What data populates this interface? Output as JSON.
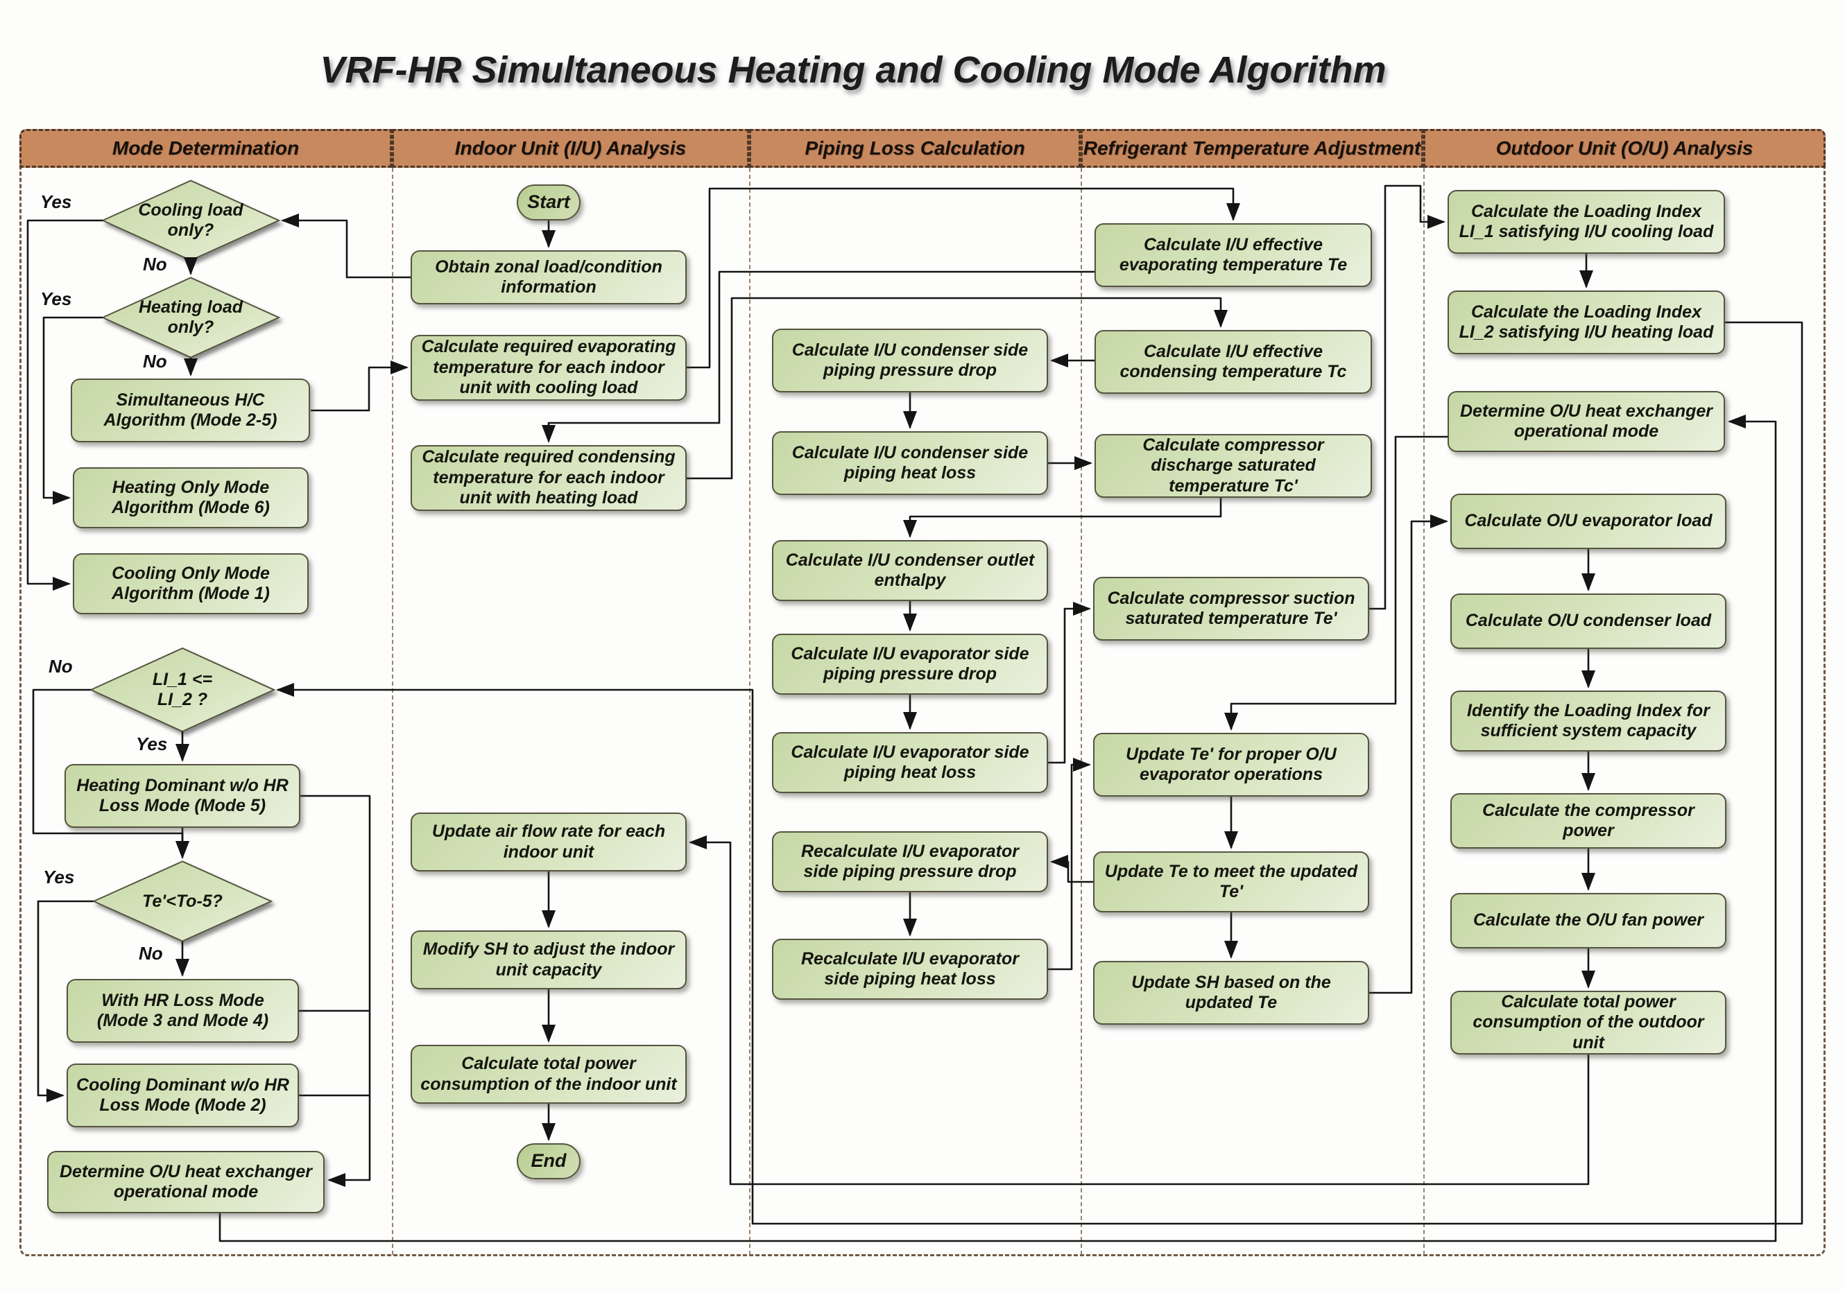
{
  "title": "VRF-HR Simultaneous Heating and Cooling Mode Algorithm",
  "lanes": [
    "Mode Determination",
    "Indoor Unit (I/U) Analysis",
    "Piping Loss Calculation",
    "Refrigerant Temperature Adjustment",
    "Outdoor Unit (O/U) Analysis"
  ],
  "labels": {
    "yes": "Yes",
    "no": "No"
  },
  "nodes": {
    "start": "Start",
    "end": "End",
    "obtain": "Obtain zonal load/condition information",
    "evaptemp": "Calculate required evaporating temperature for each indoor unit with cooling load",
    "condtemp": "Calculate required condensing temperature for each indoor unit with heating load",
    "airflow": "Update air flow rate for each indoor unit",
    "modsh": "Modify SH to adjust the indoor unit capacity",
    "iupower": "Calculate total power consumption of the indoor unit",
    "cooling_q": "Cooling load only?",
    "heating_q": "Heating load only?",
    "simul": "Simultaneous H/C Algorithm (Mode 2-5)",
    "heatonly": "Heating Only Mode Algorithm (Mode 6)",
    "coolonly": "Cooling Only Mode Algorithm (Mode 1)",
    "li_q": "LI_1 <= LI_2 ?",
    "heatdom": "Heating Dominant w/o HR Loss Mode (Mode 5)",
    "te_q": "Te'<To-5?",
    "withhr": "With HR Loss Mode (Mode 3 and Mode 4)",
    "cooldom": "Cooling Dominant w/o HR Loss Mode (Mode 2)",
    "det_ou_mode1": "Determine O/U heat exchanger operational mode",
    "cpdrop": "Calculate I/U condenser side piping pressure drop",
    "chloss": "Calculate I/U condenser side piping heat loss",
    "enthalpy": "Calculate I/U condenser outlet enthalpy",
    "epdrop": "Calculate I/U evaporator side piping pressure drop",
    "ehloss": "Calculate I/U evaporator side piping heat loss",
    "repdrop": "Recalculate I/U evaporator side piping pressure drop",
    "rehloss": "Recalculate I/U evaporator side piping heat loss",
    "te": "Calculate I/U effective evaporating temperature Te",
    "tc": "Calculate I/U effective condensing temperature Tc",
    "tcp": "Calculate compressor discharge saturated temperature Tc'",
    "tep": "Calculate compressor suction saturated temperature Te'",
    "updtep": "Update Te' for proper O/U evaporator operations",
    "updte": "Update Te to meet the updated Te'",
    "updsh": "Update SH based on the updated Te",
    "li1": "Calculate the Loading Index LI_1 satisfying I/U cooling load",
    "li2": "Calculate the Loading Index LI_2 satisfying I/U heating load",
    "det_ou_mode5": "Determine O/U heat exchanger operational mode",
    "evapload": "Calculate O/U evaporator load",
    "condload": "Calculate O/U condenser load",
    "identli": "Identify the Loading Index for sufficient system capacity",
    "comppower": "Calculate the compressor power",
    "fanpower": "Calculate the O/U fan power",
    "oupower": "Calculate total power consumption of the outdoor unit"
  }
}
